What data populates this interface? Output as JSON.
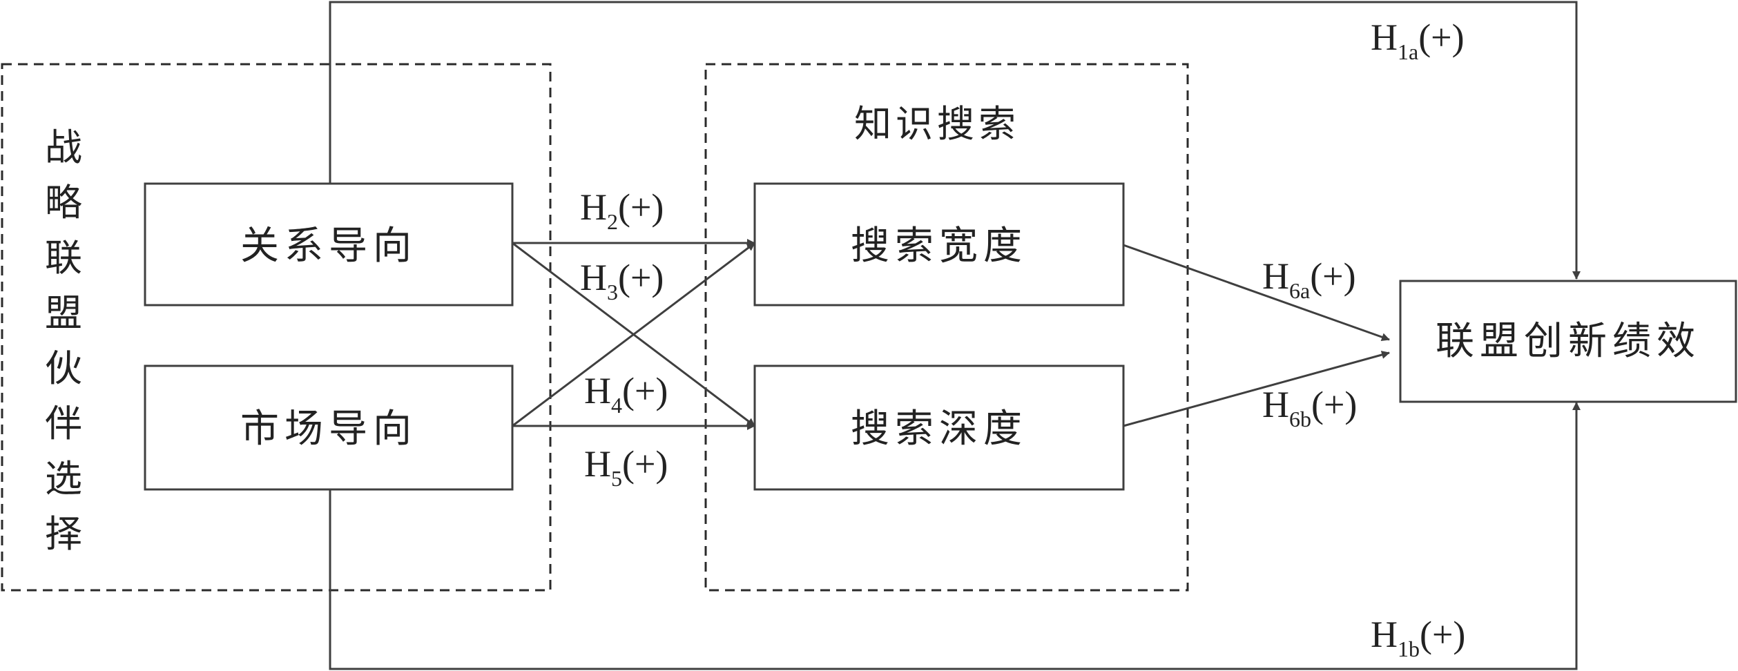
{
  "groups": {
    "partner_selection": {
      "label": "战略联盟伙伴选择",
      "chars": [
        "战",
        "略",
        "联",
        "盟",
        "伙",
        "伴",
        "选",
        "择"
      ]
    },
    "knowledge_search": {
      "label": "知识搜索"
    }
  },
  "nodes": {
    "relationship_orientation": "关系导向",
    "market_orientation": "市场导向",
    "search_breadth": "搜索宽度",
    "search_depth": "搜索深度",
    "alliance_innovation_performance": "联盟创新绩效"
  },
  "hypotheses": {
    "h1a": {
      "base": "H",
      "sub": "1a",
      "sign": "(+)"
    },
    "h1b": {
      "base": "H",
      "sub": "1b",
      "sign": "(+)"
    },
    "h2": {
      "base": "H",
      "sub": "2",
      "sign": "(+)"
    },
    "h3": {
      "base": "H",
      "sub": "3",
      "sign": "(+)"
    },
    "h4": {
      "base": "H",
      "sub": "4",
      "sign": "(+)"
    },
    "h5": {
      "base": "H",
      "sub": "5",
      "sign": "(+)"
    },
    "h6a": {
      "base": "H",
      "sub": "6a",
      "sign": "(+)"
    },
    "h6b": {
      "base": "H",
      "sub": "6b",
      "sign": "(+)"
    }
  },
  "colors": {
    "line": "#3f3f3f",
    "text": "#222222",
    "background": "#ffffff"
  }
}
